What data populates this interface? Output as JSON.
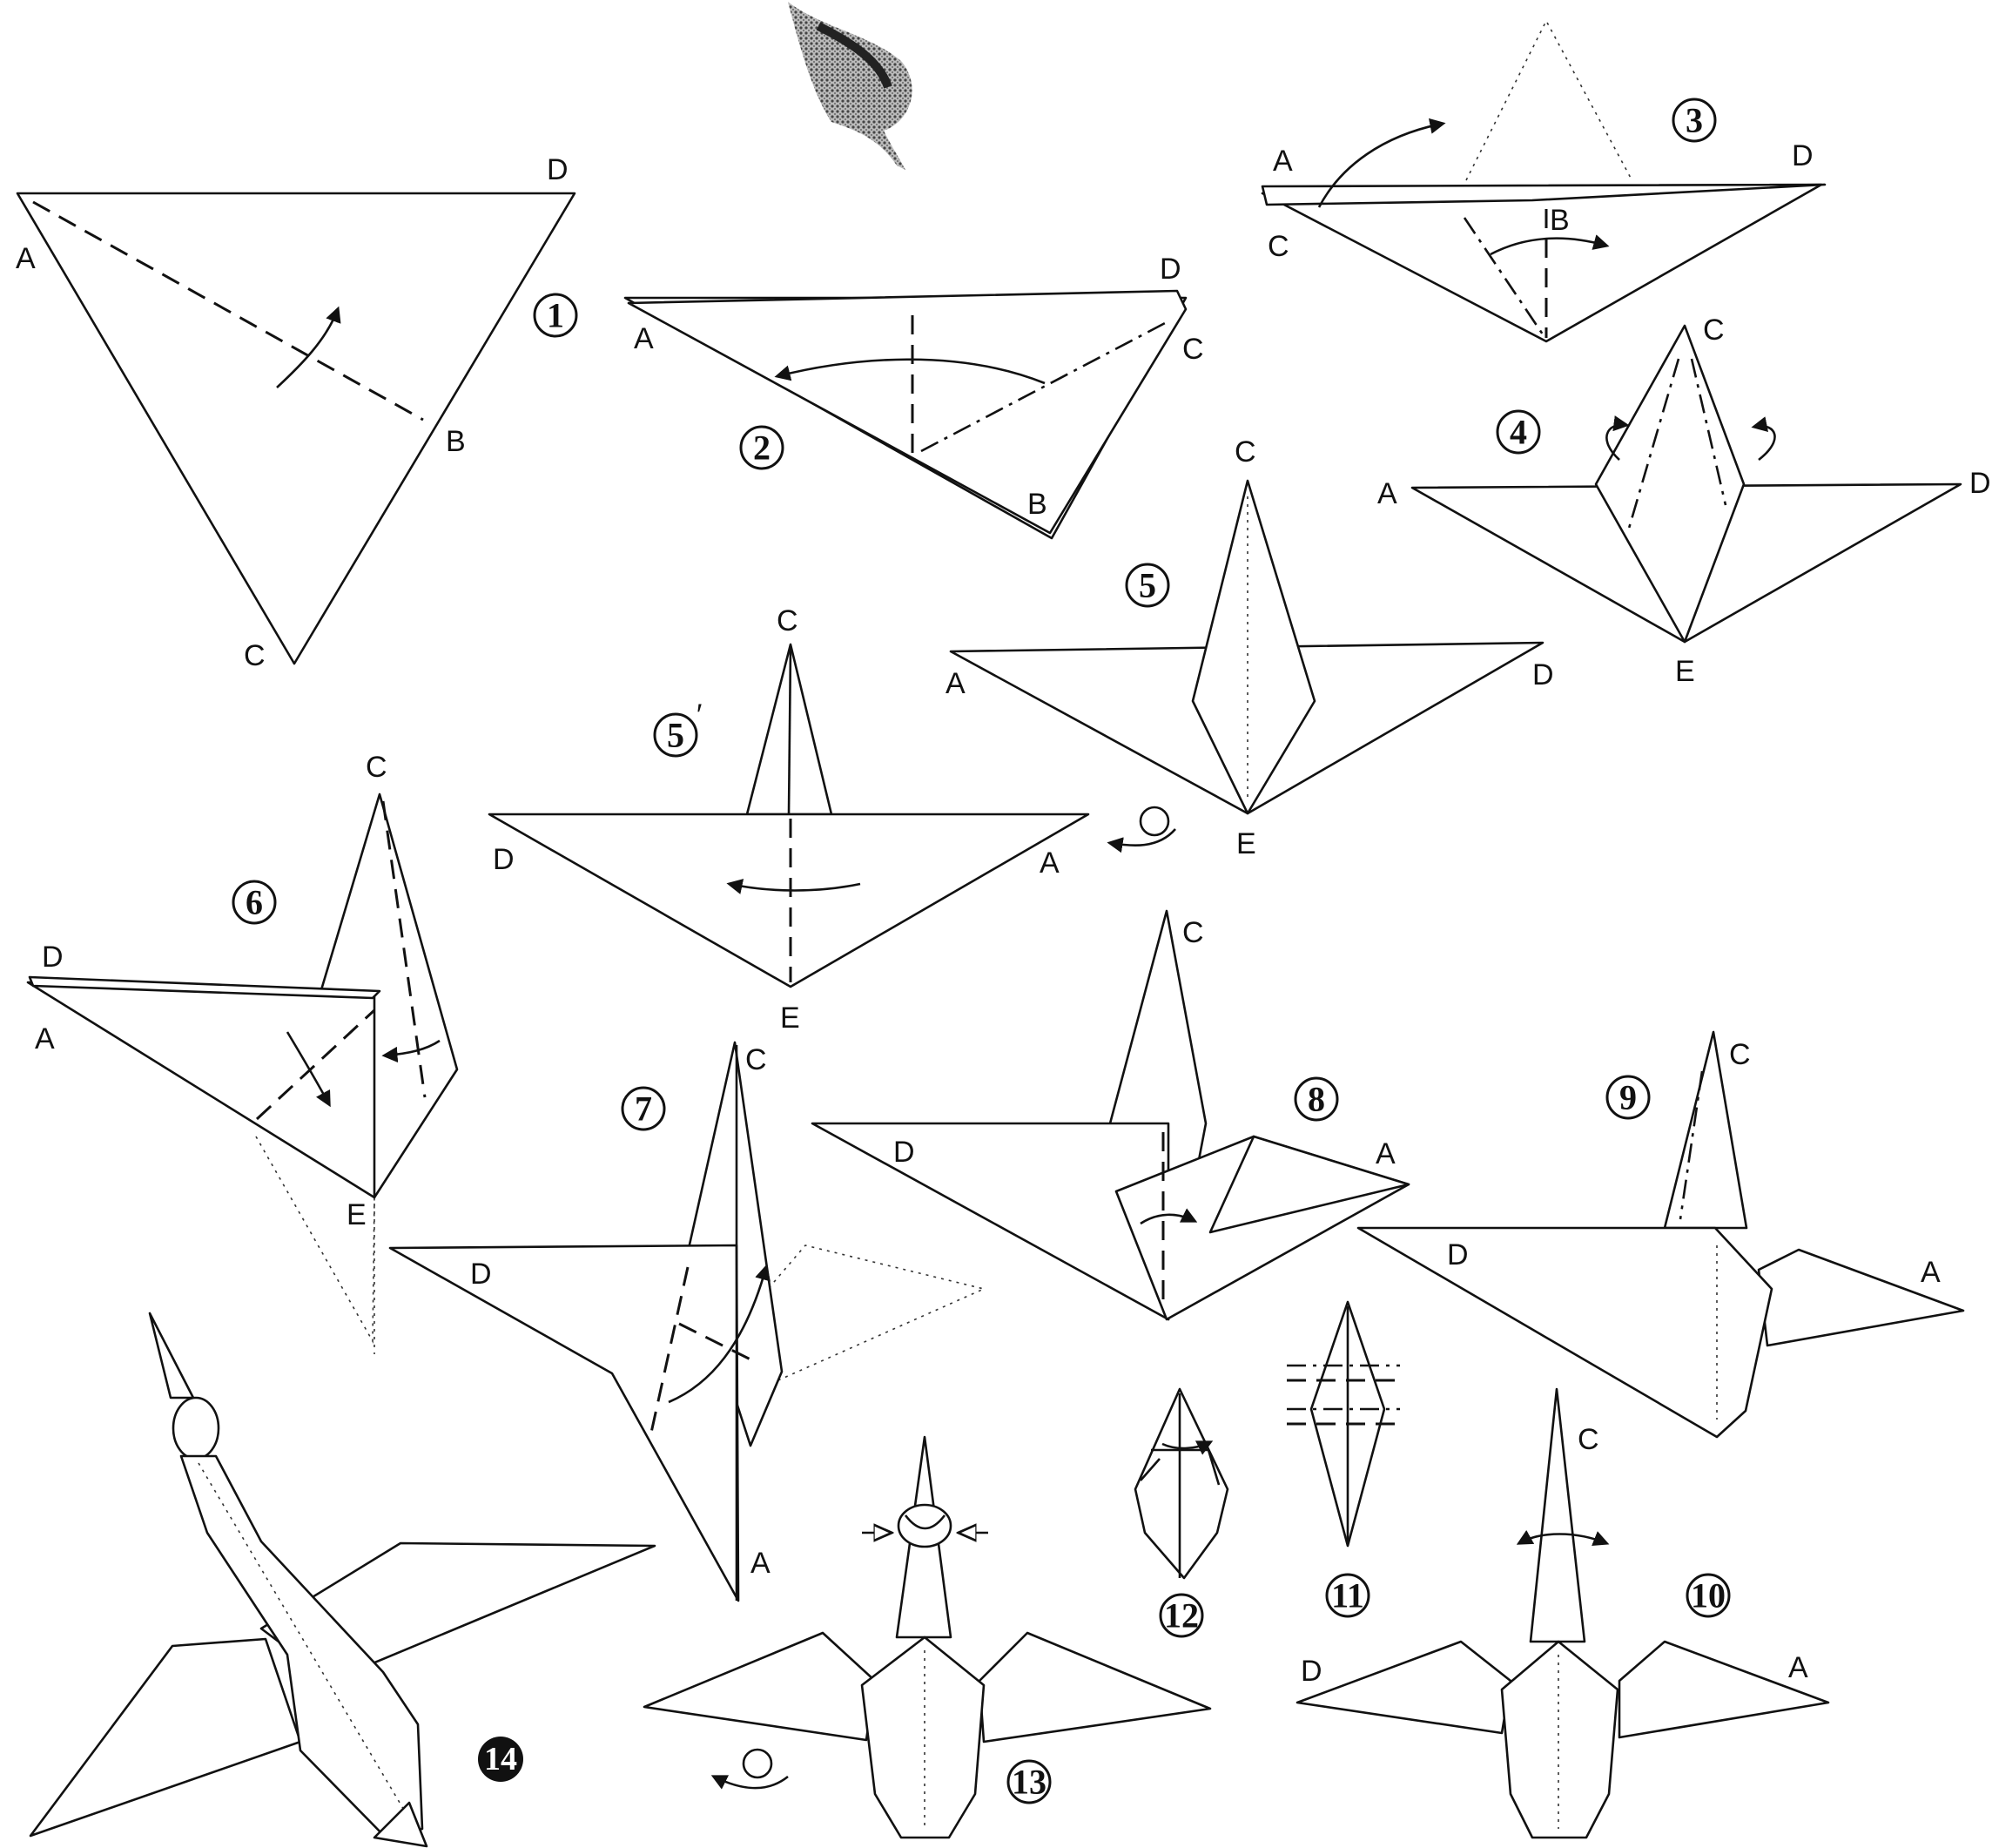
{
  "steps": {
    "s1": "1",
    "s2": "2",
    "s3": "3",
    "s4": "4",
    "s5": "5",
    "s5p": "5",
    "s5p_mark": "′",
    "s6": "6",
    "s7": "7",
    "s8": "8",
    "s9": "9",
    "s10": "10",
    "s11": "11",
    "s12": "12",
    "s13": "13",
    "s14": "14"
  },
  "points": {
    "A": "A",
    "B": "B",
    "C": "C",
    "D": "D",
    "E": "E"
  },
  "icons": {
    "fold_arrow": "curved-arrow-icon",
    "turn_over": "turn-over-icon",
    "push_in": "push-arrow-icon",
    "reference_image": "bird-photo"
  }
}
